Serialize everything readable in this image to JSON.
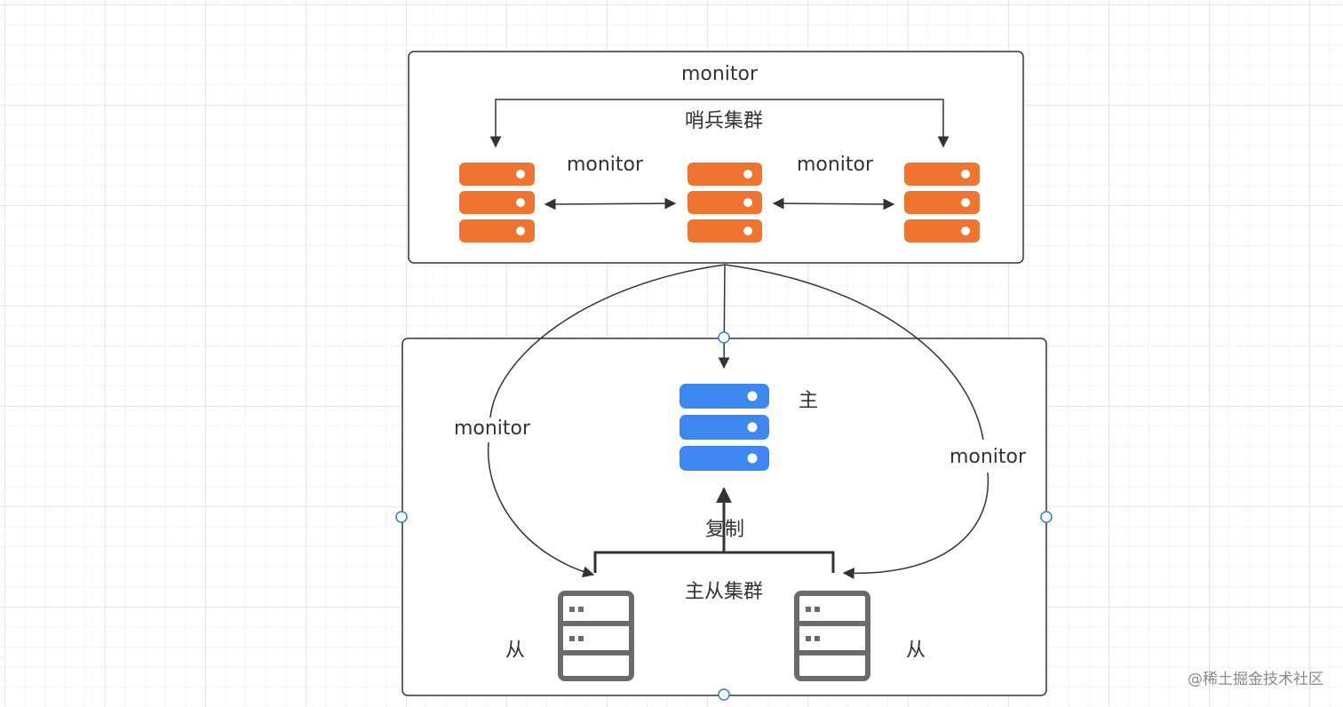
{
  "sentinel_cluster": {
    "title": "哨兵集群",
    "top_label": "monitor",
    "left_link_label": "monitor",
    "right_link_label": "monitor"
  },
  "master_slave_cluster": {
    "title": "主从集群",
    "master_label": "主",
    "left_slave_label": "从",
    "right_slave_label": "从",
    "replication_label": "复制",
    "left_monitor_label": "monitor",
    "right_monitor_label": "monitor"
  },
  "watermark": "@稀土掘金技术社区",
  "colors": {
    "sentinel_server": "#ef7430",
    "master_server": "#3f87f0",
    "slave_server": "#6b6b6b",
    "line": "#333333",
    "selection_handle": "#2f7ed8"
  }
}
